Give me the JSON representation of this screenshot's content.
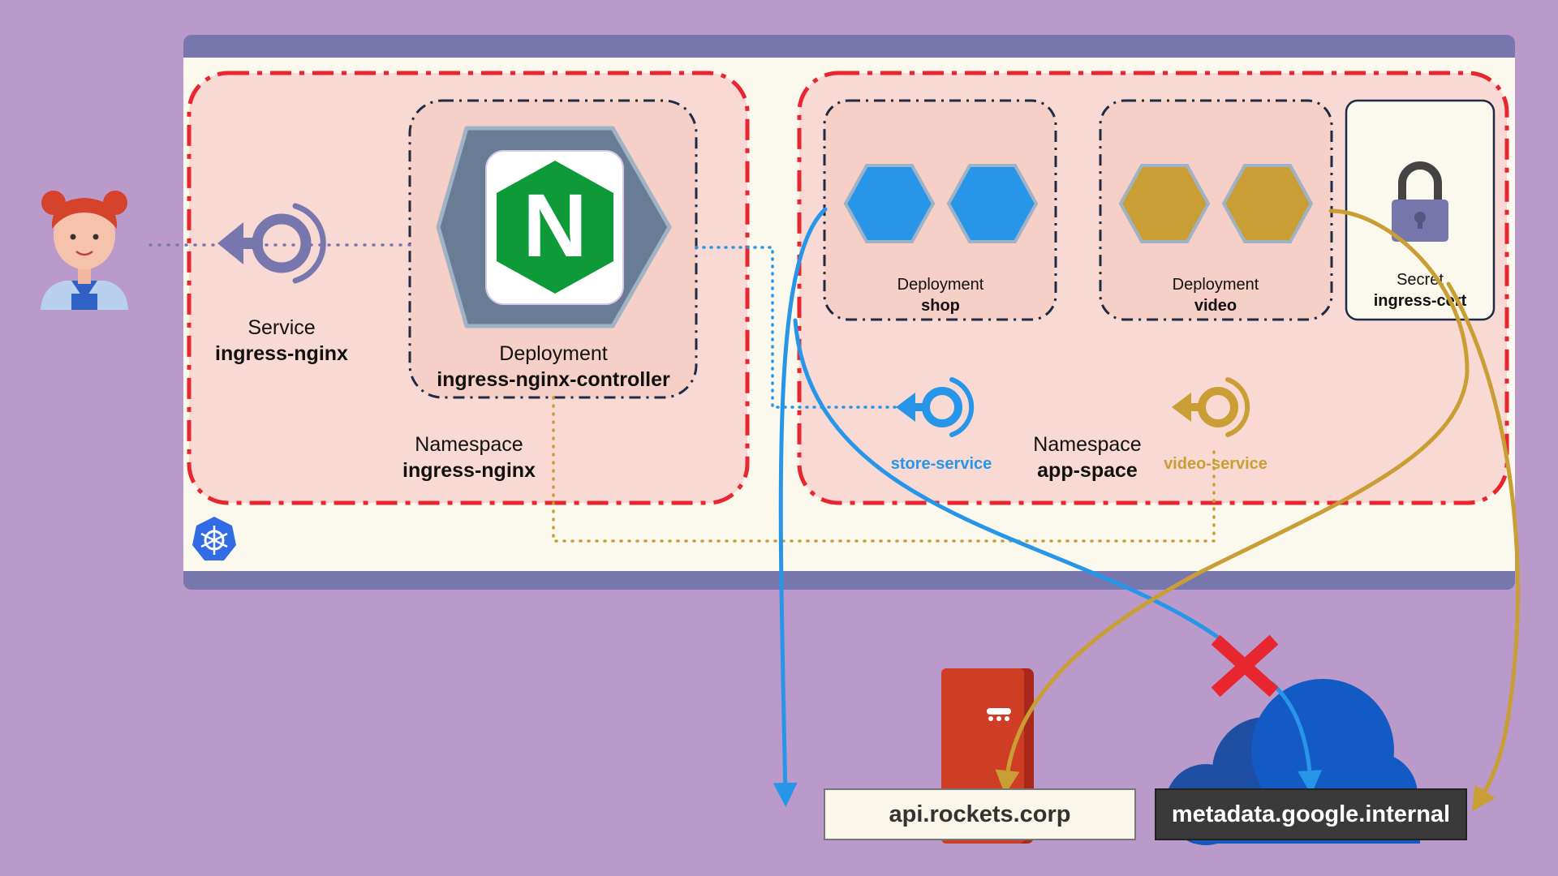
{
  "service": {
    "kind": "Service",
    "name": "ingress-nginx"
  },
  "controller": {
    "kind": "Deployment",
    "name": "ingress-nginx-controller",
    "logo_letter": "N"
  },
  "namespace_ingress": {
    "kind": "Namespace",
    "name": "ingress-nginx"
  },
  "namespace_app": {
    "kind": "Namespace",
    "name": "app-space"
  },
  "deployment_shop": {
    "kind": "Deployment",
    "name": "shop"
  },
  "deployment_video": {
    "kind": "Deployment",
    "name": "video"
  },
  "secret": {
    "kind": "Secret",
    "name": "ingress-cert"
  },
  "store_service": {
    "name": "store-service"
  },
  "video_service": {
    "name": "video-service"
  },
  "endpoints": {
    "rockets": "api.rockets.corp",
    "metadata": "metadata.google.internal"
  },
  "colors": {
    "background": "#b99aca",
    "cluster_bar": "#7777ad",
    "cluster_body": "#fbf8ee",
    "namespace_fill": "#f9d9d4",
    "namespace_border": "#e8262f",
    "shop_blue": "#2896e8",
    "video_gold": "#c99f35",
    "nginx_green": "#0f9a3a",
    "blocked_red": "#e8262f"
  },
  "icons": [
    "user-avatar",
    "service-icon",
    "nginx-logo",
    "pod-icon",
    "lock-icon",
    "kubernetes-icon",
    "server-icon",
    "cloud-icon",
    "blocked-x-icon"
  ]
}
